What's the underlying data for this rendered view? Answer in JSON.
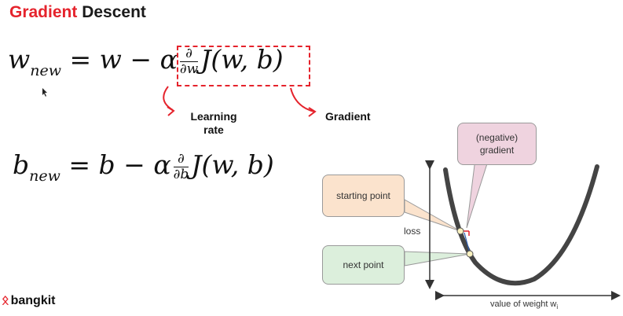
{
  "title": {
    "word1": "Gradient",
    "word2": "Descent"
  },
  "equation_w": {
    "lhs_var": "w",
    "lhs_sub": "new",
    "equals": "=",
    "var": "w",
    "minus": "−",
    "alpha": "α",
    "frac_num": "∂",
    "frac_den": "∂w",
    "func": "J(w, b)"
  },
  "equation_b": {
    "lhs_var": "b",
    "lhs_sub": "new",
    "equals": "=",
    "var": "b",
    "minus": "−",
    "alpha": "α",
    "frac_num": "∂",
    "frac_den": "∂b",
    "func": "J(w, b)"
  },
  "annotations": {
    "learning_rate_line1": "Learning",
    "learning_rate_line2": "rate",
    "gradient": "Gradient"
  },
  "diagram": {
    "negative_gradient_line1": "(negative)",
    "negative_gradient_line2": "gradient",
    "starting_point": "starting point",
    "next_point": "next point",
    "y_axis_label": "loss",
    "x_axis_label": "value of weight w",
    "x_axis_label_sub": "i",
    "colors": {
      "pink": "#efd3df",
      "orange": "#fbe3cd",
      "green": "#dcefdc",
      "curve": "#444444",
      "point": "#fbf2c0"
    }
  },
  "logo": {
    "text": "bangkit"
  },
  "accent_color": "#e5232c"
}
